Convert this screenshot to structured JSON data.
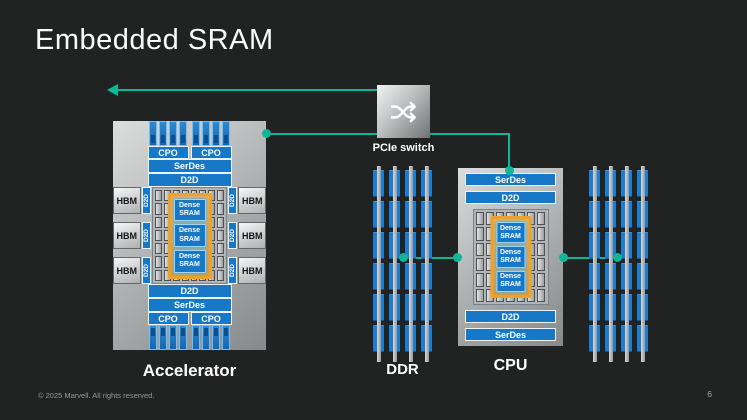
{
  "slide": {
    "title": "Embedded SRAM",
    "footer": "© 2025 Marvell. All rights reserved.",
    "page_number": "6"
  },
  "colors": {
    "background": "#212322",
    "accent_teal": "#0eb69a",
    "block_blue": "#1878c8",
    "sram_orange": "#f0a126"
  },
  "pcie_switch": {
    "label": "PCIe switch",
    "icon": "shuffle-icon"
  },
  "accelerator": {
    "label": "Accelerator",
    "cpo_labels": [
      "CPO",
      "CPO"
    ],
    "serdes_label": "SerDes",
    "d2d_label": "D2D",
    "hbm_label": "HBM",
    "hbm_per_side": 3,
    "dense_sram": {
      "line1": "Dense",
      "line2": "SRAM"
    },
    "dense_sram_count": 3
  },
  "cpu": {
    "label": "CPU",
    "serdes_label": "SerDes",
    "d2d_label": "D2D",
    "dense_sram": {
      "line1": "Dense",
      "line2": "SRAM"
    },
    "dense_sram_count": 3
  },
  "ddr": {
    "label": "DDR",
    "groups": 2,
    "dimms_per_group": 4,
    "chips_per_dimm": 6
  }
}
